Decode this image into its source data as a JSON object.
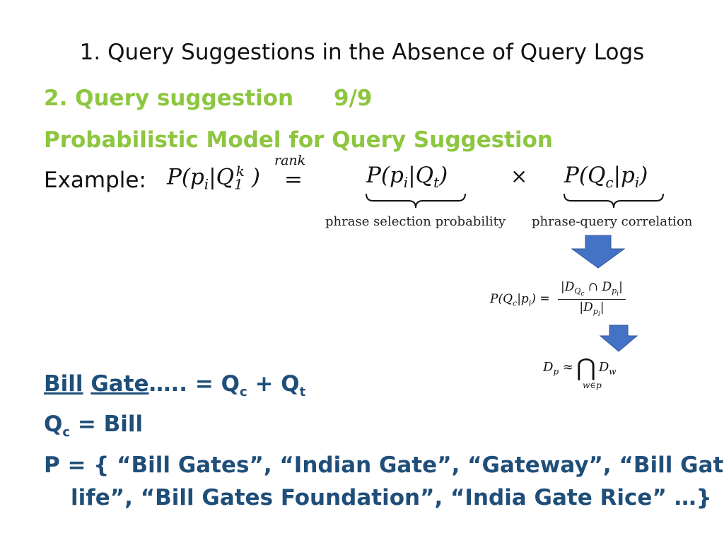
{
  "slide": {
    "title": "1. Query Suggestions in the Absence of Query Logs",
    "subheading_left": "2. Query suggestion",
    "subheading_page": "9/9",
    "subheading2": "Probabilistic Model for Query Suggestion",
    "example_label": "Example:"
  },
  "formula": {
    "lhs": "P(p_i|Q_1^k)",
    "rank_label": "rank",
    "equals": "=",
    "term_selection": "P(p_i|Q_t)",
    "times": "×",
    "term_correlation": "P(Q_c|p_i)",
    "caption_selection": "phrase selection probability",
    "caption_correlation": "phrase-query correlation",
    "correlation_def_lhs": "P(Q_c|p_i) =",
    "correlation_def_num": "|D_{Q_c} ∩ D_{p_i}|",
    "correlation_def_den": "|D_{p_i}|",
    "dp_def_lhs": "D_p ≈",
    "dp_def_op": "⋂",
    "dp_def_sub": "w∈p",
    "dp_def_rhs": "D_w"
  },
  "example": {
    "word1": "Bill",
    "word2": "Gate",
    "rest": "….. = Q",
    "sub_c": "c",
    "plus": " + Q",
    "sub_t": "t",
    "qc_pre": "Q",
    "qc_sub": "c",
    "qc_value": " = Bill",
    "p_line1": "P = { “Bill Gates”, “Indian Gate”, “Gateway”, “Bill Gates",
    "p_line2": "life”, “Bill Gates Foundation”, “India Gate Rice” …}"
  },
  "colors": {
    "title": "#111111",
    "subheading": "#8dc63f",
    "example_text": "#1f4e79",
    "arrow": "#4472c4"
  },
  "icons": [
    "down-arrow-icon",
    "down-arrow-icon"
  ]
}
